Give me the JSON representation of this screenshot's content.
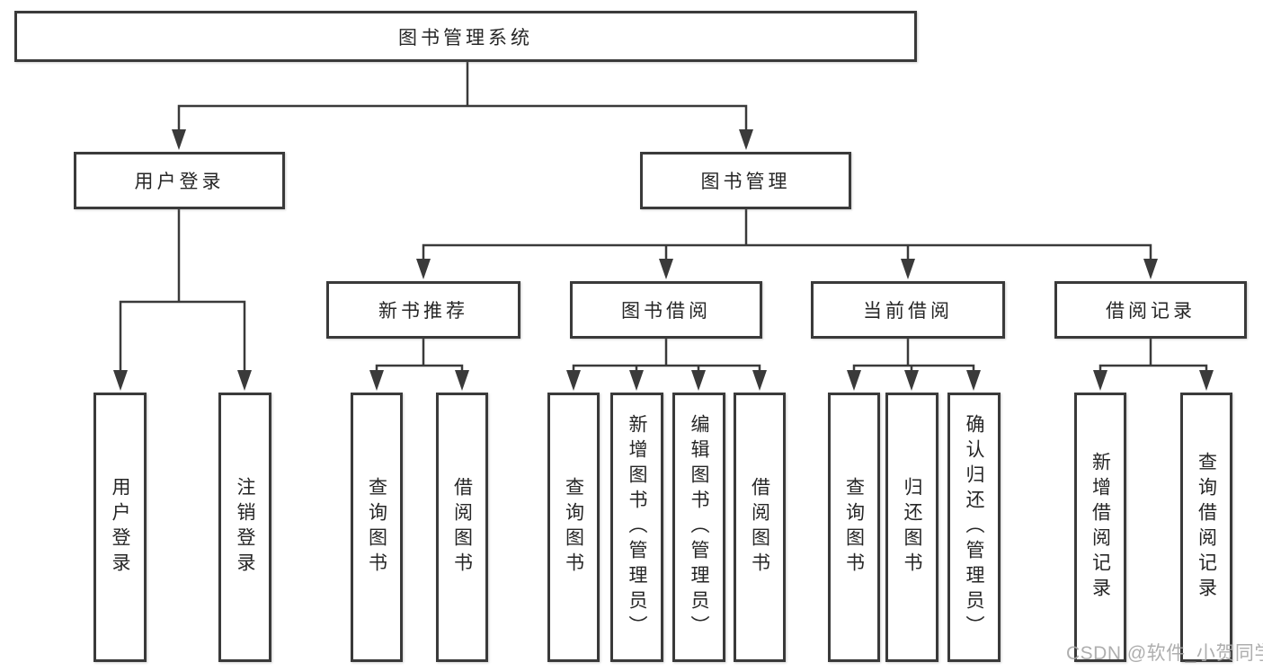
{
  "diagram": {
    "title": "图书管理系统",
    "tree": {
      "label": "图书管理系统",
      "children": [
        {
          "label": "用户登录",
          "children": [
            {
              "label": "用户登录"
            },
            {
              "label": "注销登录"
            }
          ]
        },
        {
          "label": "图书管理",
          "children": [
            {
              "label": "新书推荐",
              "children": [
                {
                  "label": "查询图书"
                },
                {
                  "label": "借阅图书"
                }
              ]
            },
            {
              "label": "图书借阅",
              "children": [
                {
                  "label": "查询图书"
                },
                {
                  "label": "新增图书（管理员）"
                },
                {
                  "label": "编辑图书（管理员）"
                },
                {
                  "label": "借阅图书"
                }
              ]
            },
            {
              "label": "当前借阅",
              "children": [
                {
                  "label": "查询图书"
                },
                {
                  "label": "归还图书"
                },
                {
                  "label": "确认归还（管理员）"
                }
              ]
            },
            {
              "label": "借阅记录",
              "children": [
                {
                  "label": "新增借阅记录"
                },
                {
                  "label": "查询借阅记录"
                }
              ]
            }
          ]
        }
      ]
    }
  },
  "watermark": "CSDN @软件_小贺同学",
  "colors": {
    "line": "#3a3a3a",
    "text": "#262626",
    "watermark": "#a8a8a8",
    "background": "#ffffff"
  }
}
